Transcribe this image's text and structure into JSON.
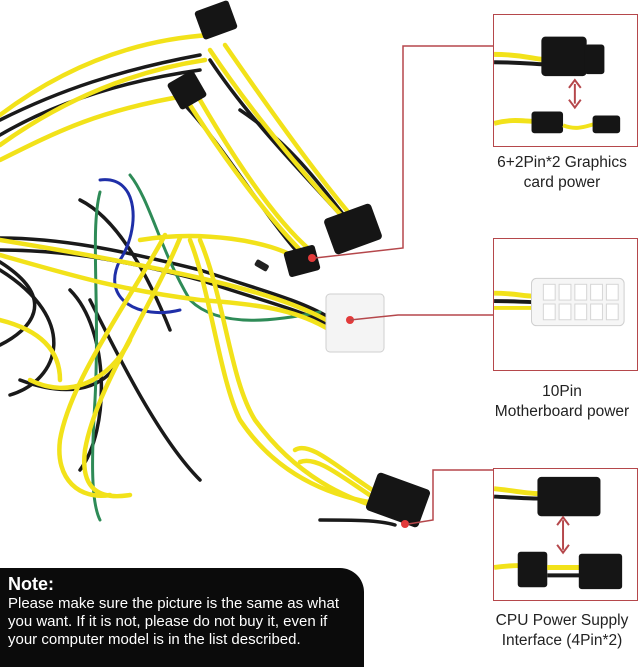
{
  "callouts": [
    {
      "caption_line1": "6+2Pin*2 Graphics",
      "caption_line2": "card power"
    },
    {
      "caption_line1": "10Pin",
      "caption_line2": "Motherboard power"
    },
    {
      "caption_line1": "CPU Power Supply",
      "caption_line2": "Interface (4Pin*2)"
    }
  ],
  "note": {
    "title": "Note:",
    "body": "Please make sure the picture is the same as what you want. If it is not, please do not buy it,  even if your computer model is in the list described."
  },
  "colors": {
    "wire_yellow": "#f2e21a",
    "wire_black": "#1a1a1a",
    "wire_green": "#2e8b57",
    "wire_blue": "#1f2fa8",
    "callout_line": "#b5474b",
    "connector_black": "#151515",
    "connector_white": "#f4f4f4"
  }
}
